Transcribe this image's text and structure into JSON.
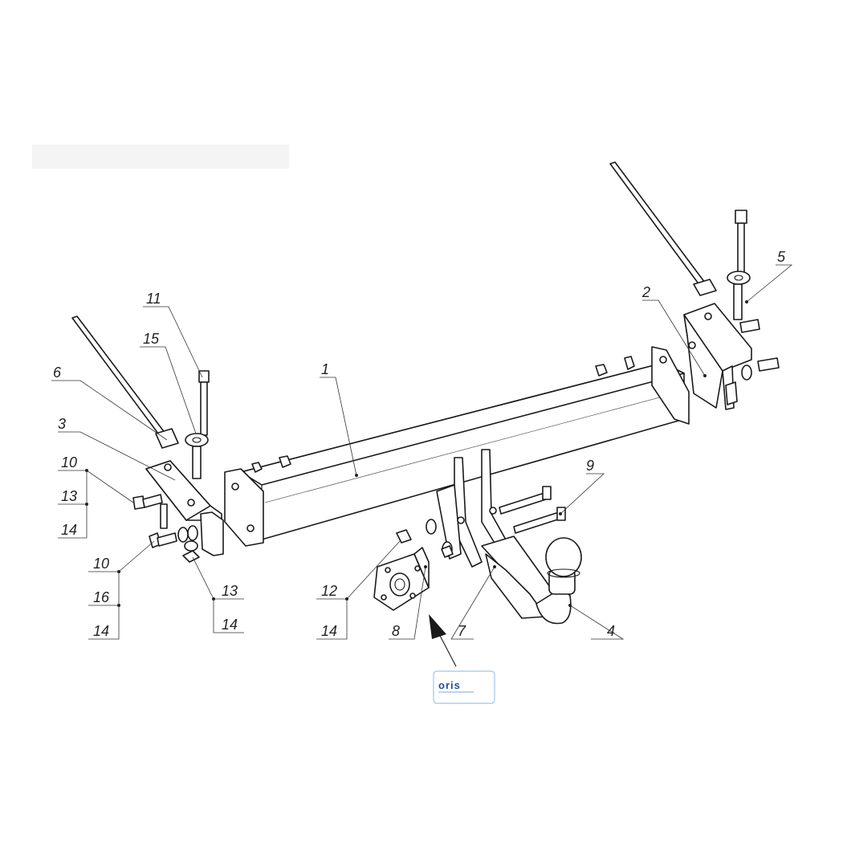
{
  "callouts": [
    {
      "id": "c1",
      "text": "1"
    },
    {
      "id": "c2",
      "text": "2"
    },
    {
      "id": "c3",
      "text": "3"
    },
    {
      "id": "c4",
      "text": "4"
    },
    {
      "id": "c5",
      "text": "5"
    },
    {
      "id": "c6",
      "text": "6"
    },
    {
      "id": "c7",
      "text": "7"
    },
    {
      "id": "c8",
      "text": "8"
    },
    {
      "id": "c9",
      "text": "9"
    },
    {
      "id": "c10a",
      "text": "10"
    },
    {
      "id": "c13a",
      "text": "13"
    },
    {
      "id": "c14a",
      "text": "14"
    },
    {
      "id": "c10b",
      "text": "10"
    },
    {
      "id": "c16",
      "text": "16"
    },
    {
      "id": "c14b",
      "text": "14"
    },
    {
      "id": "c13b",
      "text": "13"
    },
    {
      "id": "c14c",
      "text": "14"
    },
    {
      "id": "c11",
      "text": "11"
    },
    {
      "id": "c15",
      "text": "15"
    },
    {
      "id": "c12",
      "text": "12"
    },
    {
      "id": "c14d",
      "text": "14"
    }
  ],
  "logo": {
    "text": "oris",
    "accent_color": "#1f4e9c",
    "border_color": "#9fc5e8"
  }
}
